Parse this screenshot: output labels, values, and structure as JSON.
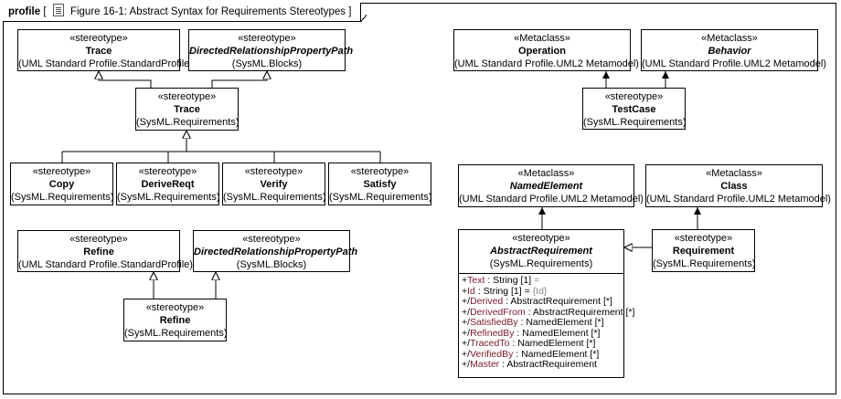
{
  "frame": {
    "keyword": "profile",
    "bracket_open": "[",
    "bracket_close": "]",
    "title": "Figure 16-1: Abstract Syntax for Requirements Stereotypes"
  },
  "elements": {
    "trace_std": {
      "stereo": "«stereotype»",
      "name": "Trace",
      "owner": "(UML Standard Profile.StandardProfile)"
    },
    "drpp_1": {
      "stereo": "«stereotype»",
      "name": "DirectedRelationshipPropertyPath",
      "owner": "(SysML.Blocks)"
    },
    "trace_req": {
      "stereo": "«stereotype»",
      "name": "Trace",
      "owner": "(SysML.Requirements)"
    },
    "copy": {
      "stereo": "«stereotype»",
      "name": "Copy",
      "owner": "(SysML.Requirements)"
    },
    "derive": {
      "stereo": "«stereotype»",
      "name": "DeriveReqt",
      "owner": "(SysML.Requirements)"
    },
    "verify": {
      "stereo": "«stereotype»",
      "name": "Verify",
      "owner": "(SysML.Requirements)"
    },
    "satisfy": {
      "stereo": "«stereotype»",
      "name": "Satisfy",
      "owner": "(SysML.Requirements)"
    },
    "refine_std": {
      "stereo": "«stereotype»",
      "name": "Refine",
      "owner": "(UML Standard Profile.StandardProfile)"
    },
    "drpp_2": {
      "stereo": "«stereotype»",
      "name": "DirectedRelationshipPropertyPath",
      "owner": "(SysML.Blocks)"
    },
    "refine_req": {
      "stereo": "«stereotype»",
      "name": "Refine",
      "owner": "(SysML.Requirements)"
    },
    "operation": {
      "stereo": "«Metaclass»",
      "name": "Operation",
      "owner": "(UML Standard Profile.UML2 Metamodel)"
    },
    "behavior": {
      "stereo": "«Metaclass»",
      "name": "Behavior",
      "owner": "(UML Standard Profile.UML2 Metamodel)"
    },
    "testcase": {
      "stereo": "«stereotype»",
      "name": "TestCase",
      "owner": "(SysML.Requirements)"
    },
    "named": {
      "stereo": "«Metaclass»",
      "name": "NamedElement",
      "owner": "(UML Standard Profile.UML2 Metamodel)"
    },
    "class": {
      "stereo": "«Metaclass»",
      "name": "Class",
      "owner": "(UML Standard Profile.UML2 Metamodel)"
    },
    "abstract": {
      "stereo": "«stereotype»",
      "name": "AbstractRequirement",
      "owner": "(SysML.Requirements)",
      "attributes": [
        {
          "vis": "+",
          "name": "Text",
          "type": " : String [1] ",
          "value": "="
        },
        {
          "vis": "+",
          "name": "Id",
          "type": " : String [1] = ",
          "value": "{Id}"
        },
        {
          "vis": "+/",
          "name": "Derived",
          "type": " : AbstractRequirement [*]",
          "value": ""
        },
        {
          "vis": "+/",
          "name": "DerivedFrom",
          "type": " : AbstractRequirement [*]",
          "value": ""
        },
        {
          "vis": "+/",
          "name": "SatisfiedBy",
          "type": " : NamedElement [*]",
          "value": ""
        },
        {
          "vis": "+/",
          "name": "RefinedBy",
          "type": " : NamedElement [*]",
          "value": ""
        },
        {
          "vis": "+/",
          "name": "TracedTo",
          "type": " : NamedElement [*]",
          "value": ""
        },
        {
          "vis": "+/",
          "name": "VerifiedBy",
          "type": " : NamedElement [*]",
          "value": ""
        },
        {
          "vis": "+/",
          "name": "Master",
          "type": " : AbstractRequirement",
          "value": ""
        }
      ]
    },
    "requirement": {
      "stereo": "«stereotype»",
      "name": "Requirement",
      "owner": "(SysML.Requirements)"
    }
  }
}
